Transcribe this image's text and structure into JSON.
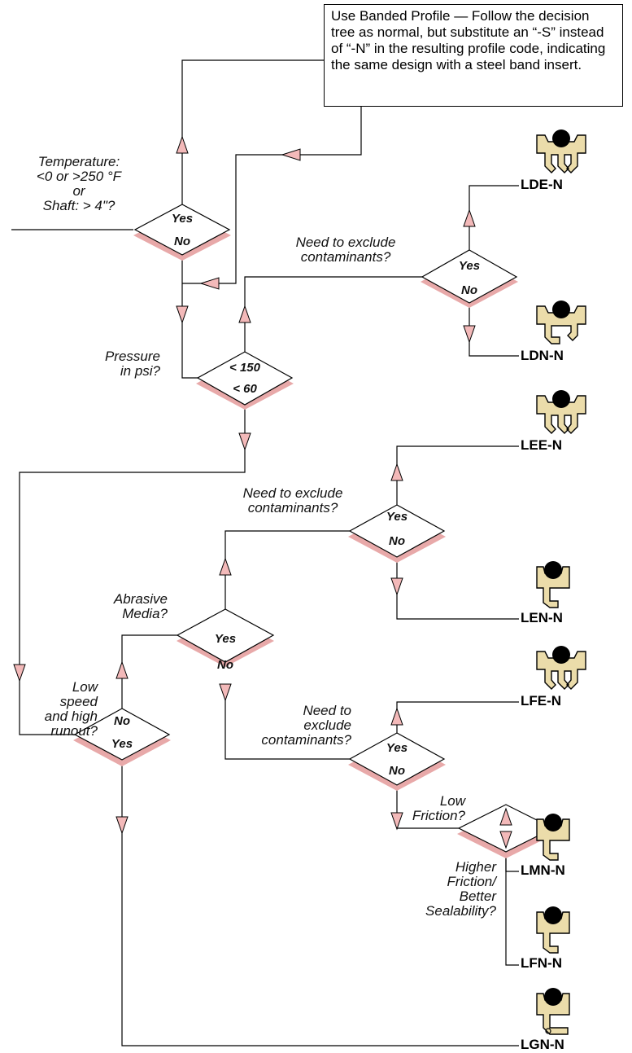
{
  "note": {
    "text": "Use Banded Profile — Follow the decision tree as normal, but substitute an “-S” instead of “-N” in the resulting profile code, indicating the same design with a steel band insert."
  },
  "questions": {
    "temperature": [
      "Temperature:",
      "<0 or >250 °F",
      "or",
      "Shaft: > 4\"?"
    ],
    "exclude_1": [
      "Need to exclude",
      "contaminants?"
    ],
    "pressure": [
      "Pressure",
      "in psi?"
    ],
    "exclude_2": [
      "Need to exclude",
      "contaminants?"
    ],
    "abrasive": [
      "Abrasive",
      "Media?"
    ],
    "exclude_3": [
      "Need to",
      "exclude",
      "contaminants?"
    ],
    "low_speed": [
      "Low",
      "speed",
      "and high",
      "runout?"
    ],
    "low_friction": [
      "Low",
      "Friction?"
    ],
    "higher_friction": [
      "Higher",
      "Friction/",
      "Better",
      "Sealability?"
    ]
  },
  "decisions": {
    "d1": {
      "top": "Yes",
      "bottom": "No"
    },
    "d2": {
      "top": "Yes",
      "bottom": "No"
    },
    "d3": {
      "top": "< 150",
      "bottom": "< 60"
    },
    "d4": {
      "top": "Yes",
      "bottom": "No"
    },
    "d5": {
      "top": "Yes",
      "bottom": "No"
    },
    "d6": {
      "top": "Yes",
      "bottom": "No"
    },
    "d7": {
      "top": "No",
      "bottom": "Yes"
    }
  },
  "profiles": [
    "LDE-N",
    "LDN-N",
    "LEE-N",
    "LEN-N",
    "LFE-N",
    "LMN-N",
    "LFN-N",
    "LGN-N"
  ],
  "colors": {
    "line": "#000000",
    "arrow_fill": "#f3b9b9",
    "shadow": "#e8a9a9",
    "seal_fill": "#ebdcaa"
  }
}
